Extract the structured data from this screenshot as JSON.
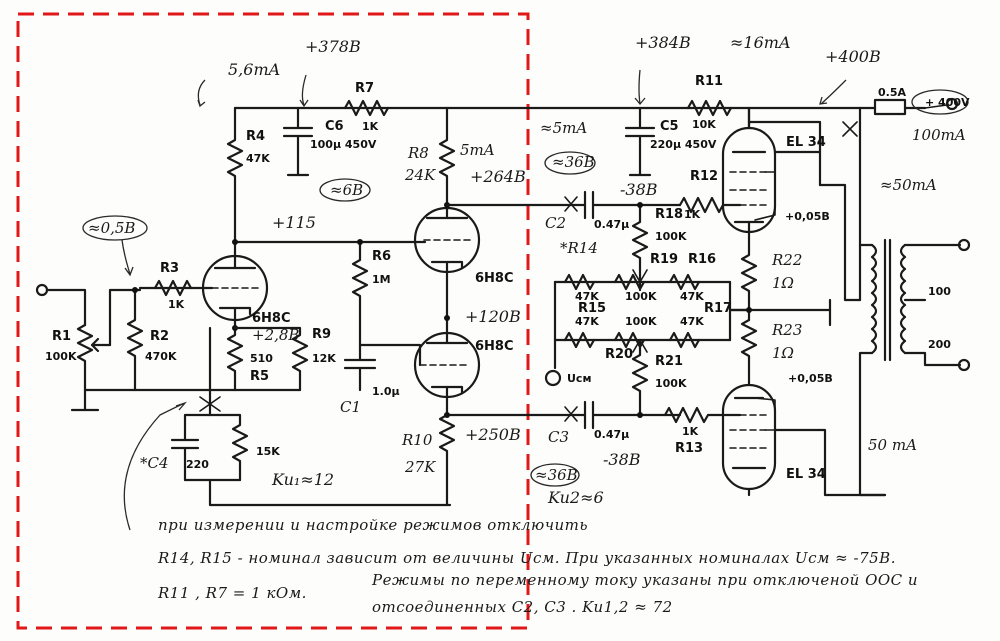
{
  "voltages": {
    "v_378": "+378B",
    "v_384": "+384B",
    "v_400": "+400B",
    "i_56": "5,6mA",
    "i_16": "≈16mA",
    "v_115": "+115",
    "v_6": "≈6B",
    "v_05": "≈0,5B",
    "v_264": "+264B",
    "i_5_r8": "5mA",
    "i_5_c2": "≈5mA",
    "v_36_top": "≈36B",
    "v_m38_top": "-38B",
    "v_005_top": "+0,05B",
    "v_28": "+2,8B",
    "v_120": "+120B",
    "v_250": "+250B",
    "v_m38_bot": "-38B",
    "v_36_bot": "≈36B",
    "v_005_bot": "+0,05B",
    "i_100": "100mA",
    "i_50_top": "≈50mA",
    "i_50_bot": "50 mA",
    "ku1": "Ku₁≈12",
    "ku2": "Ku2≈6",
    "ucm": "Uсм"
  },
  "components": {
    "r1": "R1",
    "r1v": "100K",
    "r2": "R2",
    "r2v": "470K",
    "r3": "R3",
    "r3v": "1K",
    "r4": "R4",
    "r4v": "47K",
    "r5": "R5",
    "r5v": "510",
    "r6": "R6",
    "r6v": "1M",
    "r7": "R7",
    "r7v": "1K",
    "r8": "R8",
    "r8v": "24K",
    "r9": "R9",
    "r9v": "12K",
    "r10": "R10",
    "r10v": "27K",
    "r11": "R11",
    "r11v": "10K",
    "r12": "R12",
    "r13": "R13",
    "r13v": "1K",
    "r14": "*R14",
    "r15": "R15",
    "r15a": "47K",
    "r15b": "47K",
    "r16": "R16",
    "r16v": "47K",
    "r17": "R17",
    "r17v": "47K",
    "r18": "R18",
    "r18v": "1K",
    "r18v2": "100K",
    "r19": "R19",
    "r19v": "100K",
    "r20": "R20",
    "r20v": "100K",
    "r21": "R21",
    "r21v": "100K",
    "r22": "R22",
    "r22v": "1Ω",
    "r23": "R23",
    "r23v": "1Ω",
    "c1": "C1",
    "c1v": "1.0μ",
    "c2": "C2",
    "c2v": "0.47μ",
    "c3": "C3",
    "c3v": "0.47μ",
    "c4": "*C4",
    "c4v": "220",
    "c5": "C5",
    "c5v": "220μ 450V",
    "c6": "C6",
    "c6v": "100μ 450V",
    "r15k": "15K",
    "tube1": "6H8C",
    "tube2": "6H8C",
    "tube3": "6H8C",
    "el34a": "EL 34",
    "el34b": "EL 34",
    "fuse": "0.5A",
    "supply": "+ 400V",
    "out100": "100",
    "out200": "200"
  },
  "notes": {
    "line1": "при измерении и настройке режимов отключить",
    "line2": "R14, R15 - номинал зависит от величины Uсм. При указанных номиналах Uсм ≈ -75B.",
    "line3a": "R11 , R7 = 1 кОм.",
    "line3b": "Режимы по переменному току указаны при отключеной ООС и",
    "line4": "отсоединенных C2, C3 . Ku1,2 ≈ 72"
  },
  "colors": {
    "dashed_box": "#e01818",
    "ink": "#1a1a1a"
  }
}
